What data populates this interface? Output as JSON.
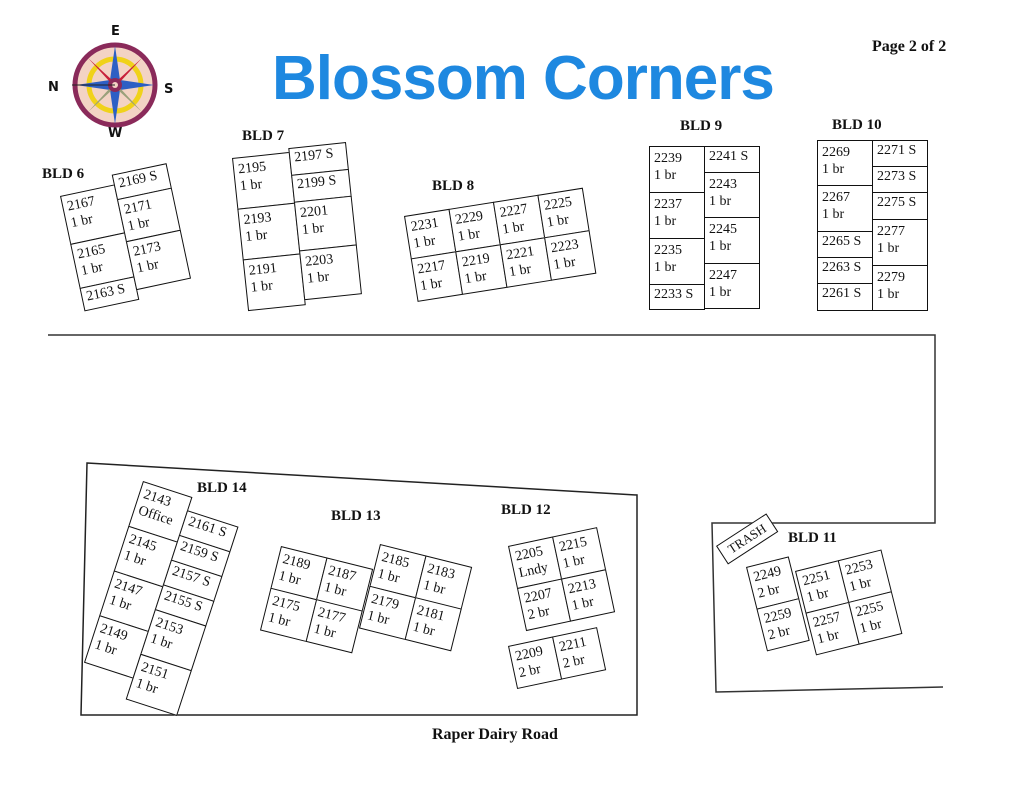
{
  "header": {
    "title": "Blossom Corners",
    "page_label": "Page 2 of 2",
    "title_color": "#1e88e0"
  },
  "compass": {
    "icon": "compass-rose-icon",
    "north": "N",
    "east": "E",
    "south": "S",
    "west": "W"
  },
  "road_label": "Raper Dairy Road",
  "trash_label": "TRASH",
  "buildings": {
    "bld6": {
      "label": "BLD 6",
      "units": [
        {
          "num": "2167",
          "type": "1 br"
        },
        {
          "num": "2165",
          "type": "1 br"
        },
        {
          "num": "2163 S",
          "type": ""
        },
        {
          "num": "2169 S",
          "type": ""
        },
        {
          "num": "2171",
          "type": "1 br"
        },
        {
          "num": "2173",
          "type": "1 br"
        }
      ]
    },
    "bld7": {
      "label": "BLD 7",
      "units": [
        {
          "num": "2195",
          "type": "1 br"
        },
        {
          "num": "2193",
          "type": "1 br"
        },
        {
          "num": "2191",
          "type": "1 br"
        },
        {
          "num": "2197 S",
          "type": ""
        },
        {
          "num": "2199 S",
          "type": ""
        },
        {
          "num": "2201",
          "type": "1 br"
        },
        {
          "num": "2203",
          "type": "1 br"
        }
      ]
    },
    "bld8": {
      "label": "BLD 8",
      "units": [
        {
          "num": "2231",
          "type": "1 br"
        },
        {
          "num": "2229",
          "type": "1 br"
        },
        {
          "num": "2227",
          "type": "1 br"
        },
        {
          "num": "2225",
          "type": "1 br"
        },
        {
          "num": "2217",
          "type": "1 br"
        },
        {
          "num": "2219",
          "type": "1 br"
        },
        {
          "num": "2221",
          "type": "1 br"
        },
        {
          "num": "2223",
          "type": "1 br"
        }
      ]
    },
    "bld9": {
      "label": "BLD 9",
      "units": [
        {
          "num": "2239",
          "type": "1 br"
        },
        {
          "num": "2237",
          "type": "1 br"
        },
        {
          "num": "2235",
          "type": "1 br"
        },
        {
          "num": "2233 S",
          "type": ""
        },
        {
          "num": "2241 S",
          "type": ""
        },
        {
          "num": "2243",
          "type": "1 br"
        },
        {
          "num": "2245",
          "type": "1 br"
        },
        {
          "num": "2247",
          "type": "1 br"
        }
      ]
    },
    "bld10": {
      "label": "BLD 10",
      "units": [
        {
          "num": "2269",
          "type": "1 br"
        },
        {
          "num": "2267",
          "type": "1 br"
        },
        {
          "num": "2265 S",
          "type": ""
        },
        {
          "num": "2263 S",
          "type": ""
        },
        {
          "num": "2261 S",
          "type": ""
        },
        {
          "num": "2271 S",
          "type": ""
        },
        {
          "num": "2273 S",
          "type": ""
        },
        {
          "num": "2275 S",
          "type": ""
        },
        {
          "num": "2277",
          "type": "1 br"
        },
        {
          "num": "2279",
          "type": "1 br"
        }
      ]
    },
    "bld11": {
      "label": "BLD 11",
      "units": [
        {
          "num": "2249",
          "type": "2 br"
        },
        {
          "num": "2259",
          "type": "2 br"
        },
        {
          "num": "2251",
          "type": "1 br"
        },
        {
          "num": "2253",
          "type": "1 br"
        },
        {
          "num": "2257",
          "type": "1 br"
        },
        {
          "num": "2255",
          "type": "1 br"
        }
      ]
    },
    "bld12": {
      "label": "BLD 12",
      "units": [
        {
          "num": "2205",
          "type": "Lndy"
        },
        {
          "num": "2215",
          "type": "1 br"
        },
        {
          "num": "2207",
          "type": "2 br"
        },
        {
          "num": "2213",
          "type": "1 br"
        },
        {
          "num": "2209",
          "type": "2 br"
        },
        {
          "num": "2211",
          "type": "2 br"
        }
      ]
    },
    "bld13": {
      "label": "BLD 13",
      "units": [
        {
          "num": "2189",
          "type": "1 br"
        },
        {
          "num": "2187",
          "type": "1 br"
        },
        {
          "num": "2175",
          "type": "1 br"
        },
        {
          "num": "2177",
          "type": "1 br"
        },
        {
          "num": "2185",
          "type": "1 br"
        },
        {
          "num": "2183",
          "type": "1 br"
        },
        {
          "num": "2179",
          "type": "1 br"
        },
        {
          "num": "2181",
          "type": "1 br"
        }
      ]
    },
    "bld14": {
      "label": "BLD 14",
      "units": [
        {
          "num": "2143",
          "type": "Office"
        },
        {
          "num": "2145",
          "type": "1 br"
        },
        {
          "num": "2147",
          "type": "1 br"
        },
        {
          "num": "2149",
          "type": "1 br"
        },
        {
          "num": "2161 S",
          "type": ""
        },
        {
          "num": "2159 S",
          "type": ""
        },
        {
          "num": "2157 S",
          "type": ""
        },
        {
          "num": "2155 S",
          "type": ""
        },
        {
          "num": "2153",
          "type": "1 br"
        },
        {
          "num": "2151",
          "type": "1 br"
        }
      ]
    }
  }
}
